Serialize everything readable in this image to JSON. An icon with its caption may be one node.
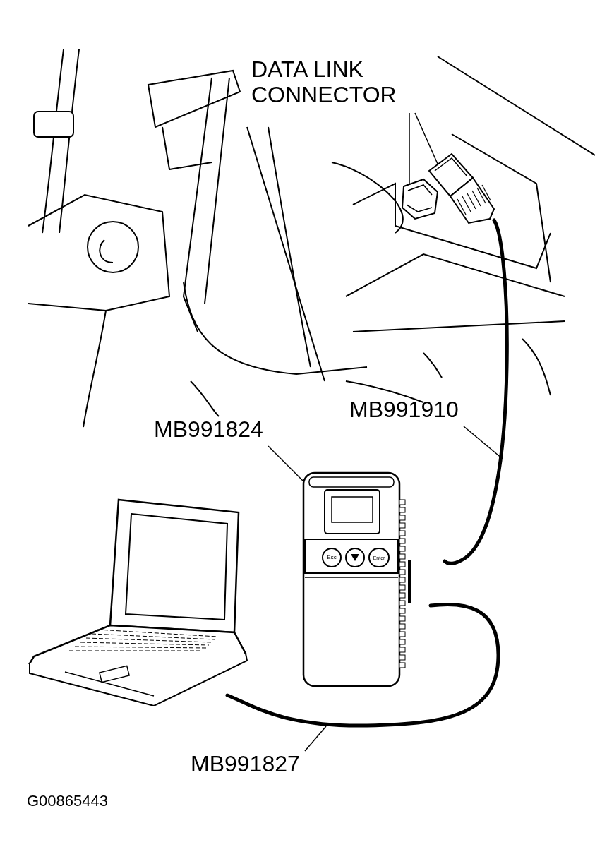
{
  "diagram": {
    "nodes": [
      {
        "text": [
          "DATA LINK CONNECTOR"
        ]
      },
      {
        "text": [],
        "shape": "picture"
      },
      {
        "text": [],
        "shape": "picture"
      },
      {
        "text": [
          "MB991824"
        ]
      },
      {
        "text": [],
        "shape": "picture"
      },
      {
        "text": [
          "MB991910"
        ]
      },
      {
        "text": [],
        "shape": "picture"
      },
      {
        "text": [
          "MB991827"
        ]
      },
      {
        "text": [],
        "shape": "picture"
      },
      {
        "text": [],
        "shape": "picture"
      }
    ],
    "edges": [
      {
        "from": 0,
        "to": 1,
        "arrow": "none"
      },
      {
        "from": 0,
        "to": 2,
        "arrow": "none"
      },
      {
        "from": 3,
        "to": 4,
        "arrow": "none"
      },
      {
        "from": 5,
        "to": 6,
        "arrow": "none"
      },
      {
        "from": 7,
        "to": 8,
        "arrow": "none"
      }
    ],
    "labels": [
      "Esc",
      "Enter",
      "G00865443"
    ]
  }
}
